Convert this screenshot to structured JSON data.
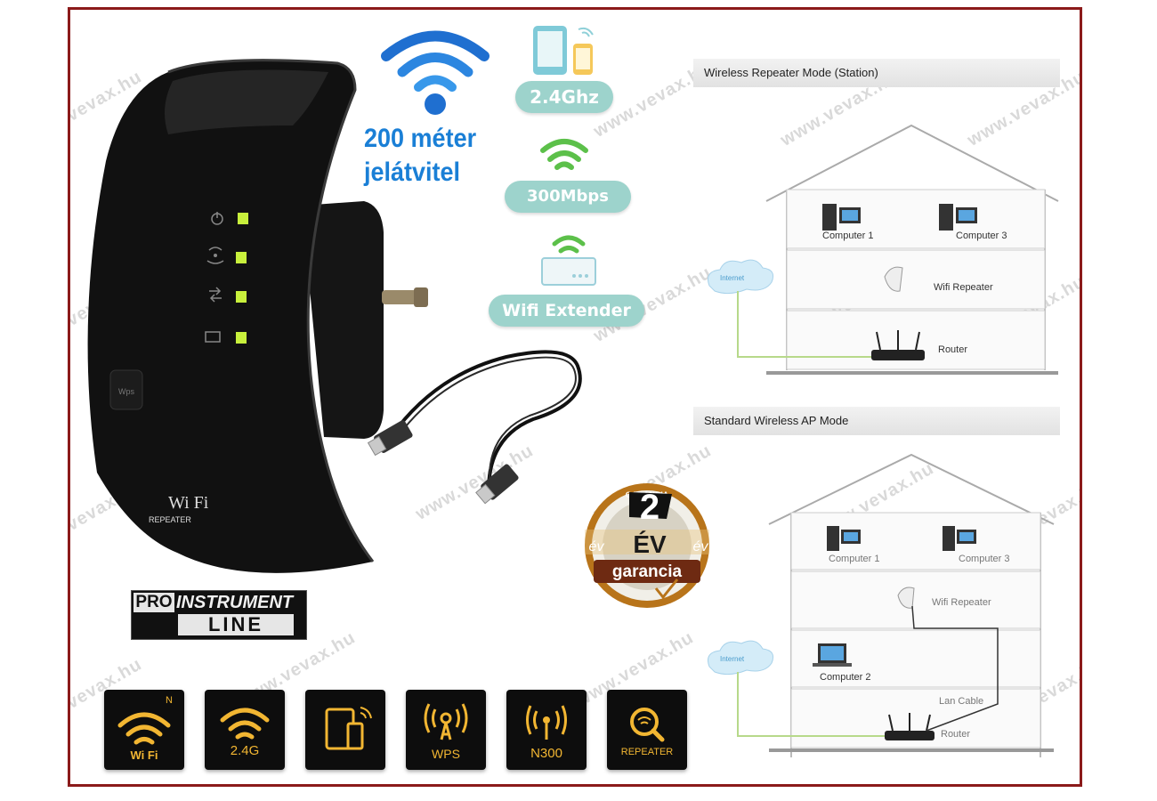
{
  "headline": {
    "line1": "200 méter",
    "line2": "jelátvitel"
  },
  "features": {
    "frequency": "2.4Ghz",
    "speed": "300Mbps",
    "extender": "Wifi Extender"
  },
  "device": {
    "brand_top": "Wi Fi",
    "brand_bottom": "REPEATER",
    "wps_label": "Wps"
  },
  "warranty": {
    "number": "2",
    "unit": "ÉV",
    "word": "garancia",
    "ring": "GARANCIA",
    "side": "év"
  },
  "pro_logo": {
    "pro": "PRO",
    "instrument": "INSTRUMENT",
    "line": "LINE"
  },
  "icon_tiles": [
    {
      "icon": "wifi-n-icon",
      "label": "Wi Fi",
      "superscript": "N"
    },
    {
      "icon": "wifi-icon",
      "label": "2.4G"
    },
    {
      "icon": "devices-icon",
      "label": ""
    },
    {
      "icon": "wps-antenna-icon",
      "label": "WPS"
    },
    {
      "icon": "n300-antenna-icon",
      "label": "N300"
    },
    {
      "icon": "repeater-search-icon",
      "label": "REPEATER"
    }
  ],
  "diagram_station": {
    "title": "Wireless Repeater Mode (Station)",
    "computer1": "Computer 1",
    "computer3": "Computer 3",
    "repeater": "Wifi Repeater",
    "router": "Router",
    "cloud": "Internet"
  },
  "diagram_ap": {
    "title": "Standard Wireless AP Mode",
    "computer1": "Computer 1",
    "computer3": "Computer 3",
    "repeater": "Wifi Repeater",
    "computer2": "Computer 2",
    "cable": "Lan Cable",
    "router": "Router",
    "cloud": "Internet"
  },
  "watermark": "www.vevax.hu",
  "colors": {
    "frame": "#8b1a1a",
    "headline_blue": "#1a7fd6",
    "pill": "#9dd3cc",
    "led_green": "#c8f03c",
    "tile_gold": "#f2b632"
  }
}
